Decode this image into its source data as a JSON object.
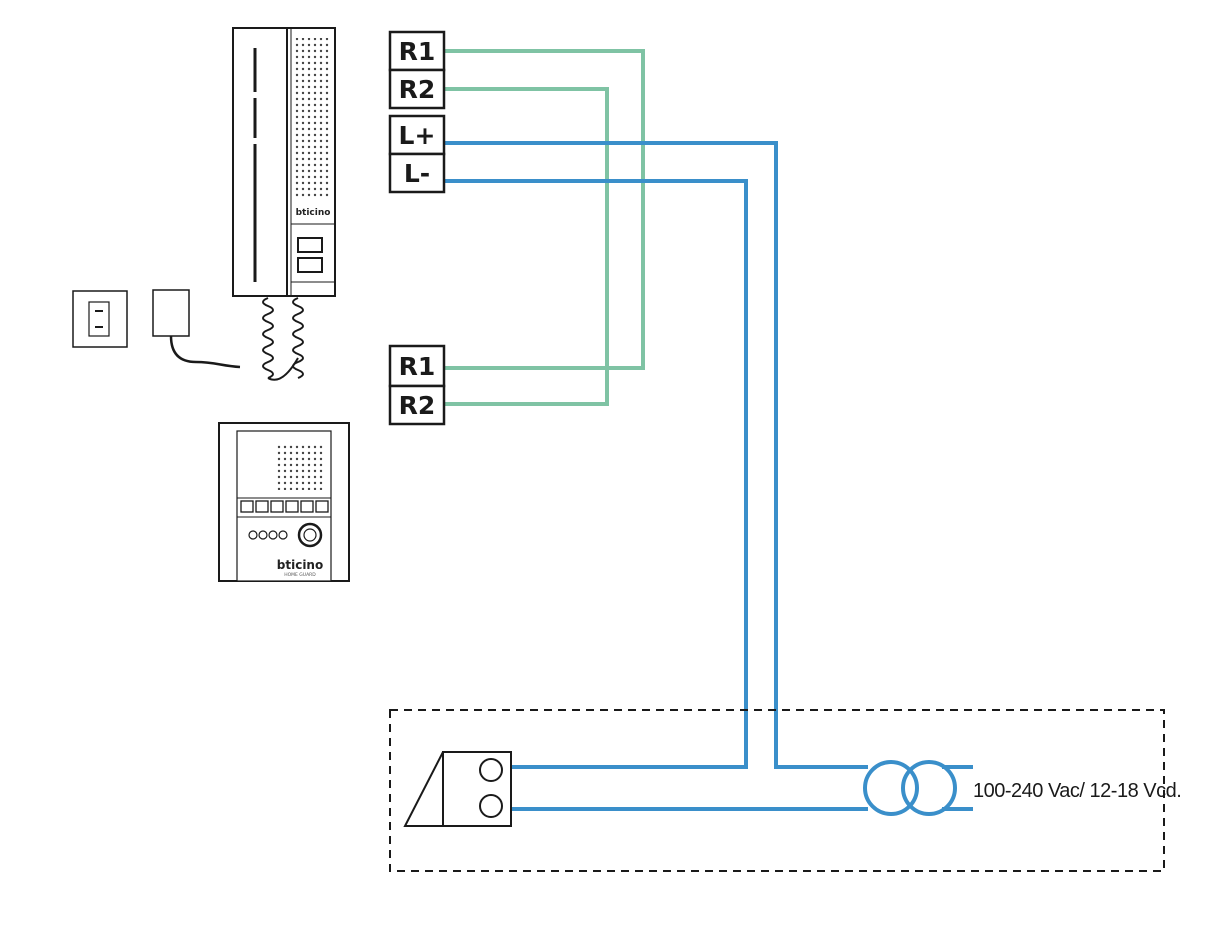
{
  "top_terminals": [
    "R1",
    "R2",
    "L+",
    "L-"
  ],
  "bottom_terminals": [
    "R1",
    "R2"
  ],
  "power_supply_label": "100-240 Vac/ 12-18 Vcd.",
  "handset_brand": "bticino",
  "panel_brand": "bticino",
  "panel_subtitle": "HOME GUARD",
  "colors": {
    "ring_wire": "#7fc3a4",
    "line_wire": "#3a8fca",
    "outline": "#1a1a1a"
  }
}
